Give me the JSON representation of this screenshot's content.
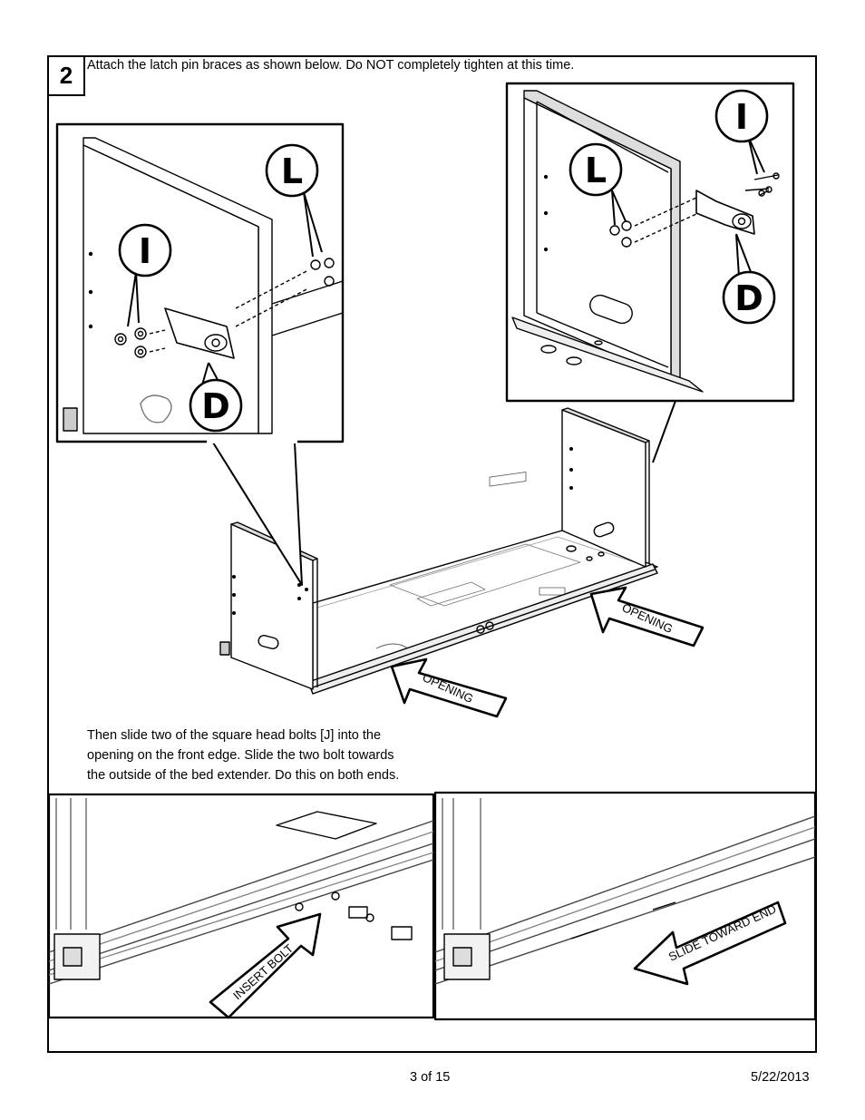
{
  "step": {
    "number": "2"
  },
  "instruction": "Attach the latch pin braces as shown below.  Do NOT completely tighten at this time.",
  "callouts": {
    "left": {
      "bolt": "I",
      "nut": "L",
      "brace": "D"
    },
    "right": {
      "bolt": "I",
      "nut": "L",
      "brace": "D"
    }
  },
  "arrows": {
    "opening_front": "OPENING",
    "opening_side": "OPENING",
    "insert": "INSERT BOLT",
    "slide": "SLIDE TOWARD END"
  },
  "paragraph": [
    "Then slide two of the square head bolts [J] into the",
    "opening on the front edge.  Slide the two bolt towards",
    "the outside of the bed extender.  Do this on both ends."
  ],
  "footer": {
    "page": "3 of 15",
    "date": "5/22/2013"
  }
}
